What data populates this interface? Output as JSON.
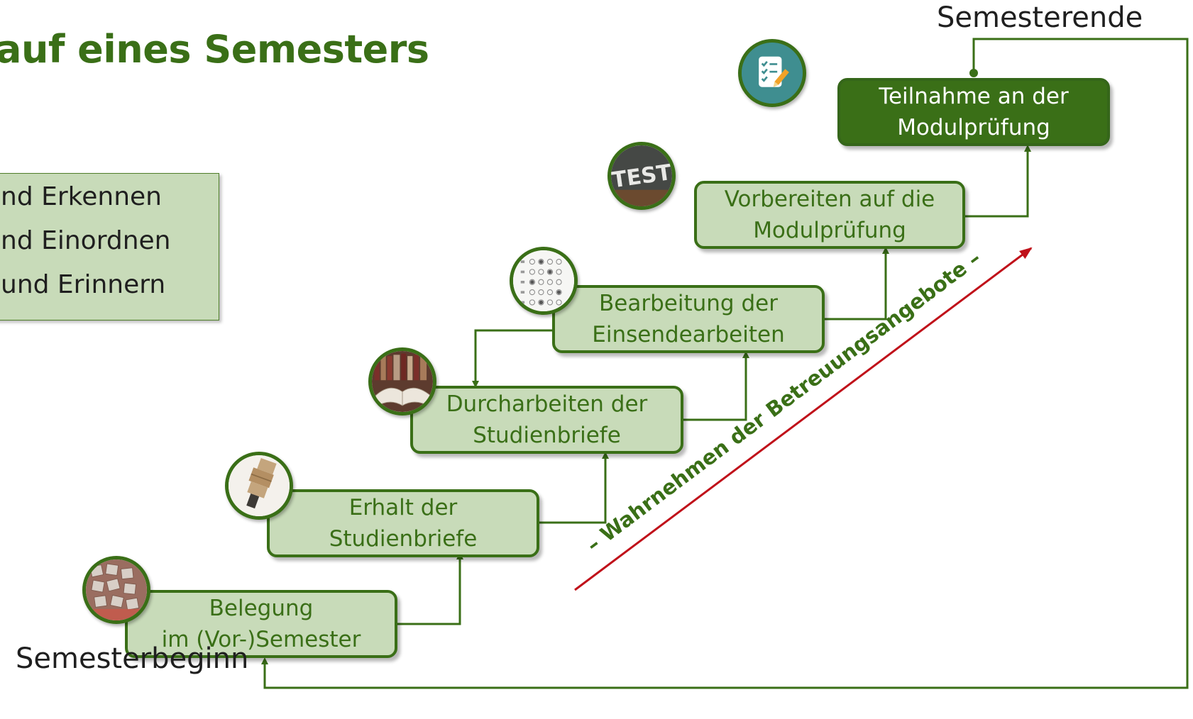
{
  "title": "auf eines Semesters",
  "legend": {
    "items": [
      "nd Erkennen",
      "nd Einordnen",
      "und Erinnern"
    ]
  },
  "labels": {
    "start": "Semesterbeginn",
    "end": "Semesterende"
  },
  "steps": [
    {
      "line1": "Belegung",
      "line2": "im (Vor-)Semester",
      "icon": "letter-tiles-photo"
    },
    {
      "line1": "Erhalt der",
      "line2": "Studienbriefe",
      "icon": "parcel-photo"
    },
    {
      "line1": "Durcharbeiten der",
      "line2": "Studienbriefe",
      "icon": "open-book-photo"
    },
    {
      "line1": "Bearbeitung der",
      "line2": "Einsendearbeiten",
      "icon": "answer-sheet-photo"
    },
    {
      "line1": "Vorbereiten auf die",
      "line2": "Modulprüfung",
      "icon": "test-chalkboard-photo"
    },
    {
      "line1": "Teilnahme an der",
      "line2": "Modulprüfung",
      "icon": "checklist-icon"
    }
  ],
  "support_label": "– Wahrnehmen der Betreuungsangebote –",
  "colors": {
    "dark_green": "#3a6f17",
    "light_green": "#c8dbb9",
    "support_text": "#3a6f17",
    "support_arrow": "#c0111a"
  }
}
